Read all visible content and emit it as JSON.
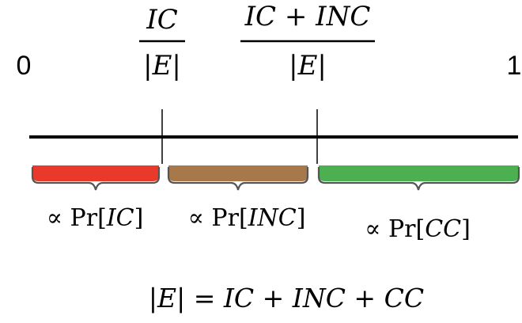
{
  "axis": {
    "start_label": "0",
    "end_label": "1"
  },
  "fractions": [
    {
      "numerator": "IC",
      "denominator": "|E|"
    },
    {
      "numerator": "IC + INC",
      "denominator": "|E|"
    }
  ],
  "segments": [
    {
      "prefix": "∝ ",
      "func": "Pr",
      "arg": "IC",
      "color": "#e8392a"
    },
    {
      "prefix": "∝ ",
      "func": "Pr",
      "arg": "INC",
      "color": "#a7794a"
    },
    {
      "prefix": "∝ ",
      "func": "Pr",
      "arg": "CC",
      "color": "#4caf50"
    }
  ],
  "equation": "|E| = IC + INC + CC",
  "colors": {
    "line": "#000000",
    "brace": "#555555"
  }
}
